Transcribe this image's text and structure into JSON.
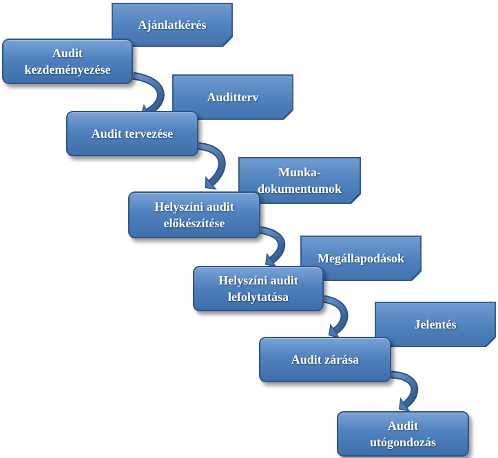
{
  "diagram": {
    "documents": [
      {
        "id": "ajanlatkeres",
        "label": "Ajánlatkérés"
      },
      {
        "id": "auditterv",
        "label": "Auditterv"
      },
      {
        "id": "munkadokumentumok",
        "label": "Munka-\ndokumentumok"
      },
      {
        "id": "megallapodasok",
        "label": "Megállapodások"
      },
      {
        "id": "jelentes",
        "label": "Jelentés"
      }
    ],
    "steps": [
      {
        "id": "audit-kezdemenyezese",
        "label": "Audit\nkezdeményezése"
      },
      {
        "id": "audit-tervezese",
        "label": "Audit tervezése"
      },
      {
        "id": "helyszini-audit-elokeszitese",
        "label": "Helyszíni audit\nelőkészítése"
      },
      {
        "id": "helyszini-audit-lefolytatasa",
        "label": "Helyszíni audit\nlefolytatása"
      },
      {
        "id": "audit-zarasa",
        "label": "Audit zárása"
      },
      {
        "id": "audit-utogondozas",
        "label": "Audit\nutógondozás"
      }
    ],
    "colors": {
      "fill": "#4f81bd",
      "border": "#385d8a",
      "arrow": "#3f6fab",
      "text": "#ffffff"
    }
  }
}
